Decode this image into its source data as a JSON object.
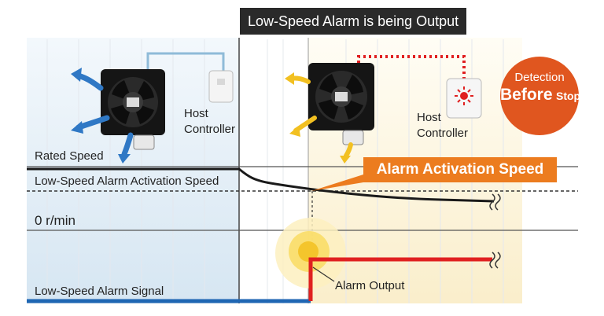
{
  "banner": {
    "title": "Low-Speed Alarm is being Output"
  },
  "badge": {
    "line1": "Detection",
    "line2_big": "Before",
    "line2_small": "Stop"
  },
  "alarm_tag": {
    "label": "Alarm Activation Speed"
  },
  "left_panel": {
    "host_line1": "Host",
    "host_line2": "Controller"
  },
  "right_panel": {
    "host_line1": "Host",
    "host_line2": "Controller"
  },
  "rows": {
    "rated_speed": "Rated Speed",
    "activation_speed": "Low-Speed Alarm Activation Speed",
    "zero_speed": "0 r/min",
    "signal": "Low-Speed Alarm Signal"
  },
  "alarm_output": "Alarm Output",
  "colors": {
    "left_bg": "#dbe8f3",
    "right_bg": "#fbf1d5",
    "speed_line": "#1a1a1a",
    "signal_low": "#1f66b3",
    "signal_high": "#e02020",
    "alarm_orange": "#ec7c1f",
    "badge": "#e0561f",
    "blue_arrow": "#2f78c5",
    "yellow_arrow": "#f2c021"
  },
  "icons": [
    "fan-icon",
    "airflow-arrow-icon",
    "host-controller-icon",
    "alarm-lamp-icon",
    "wave-break-icon"
  ]
}
